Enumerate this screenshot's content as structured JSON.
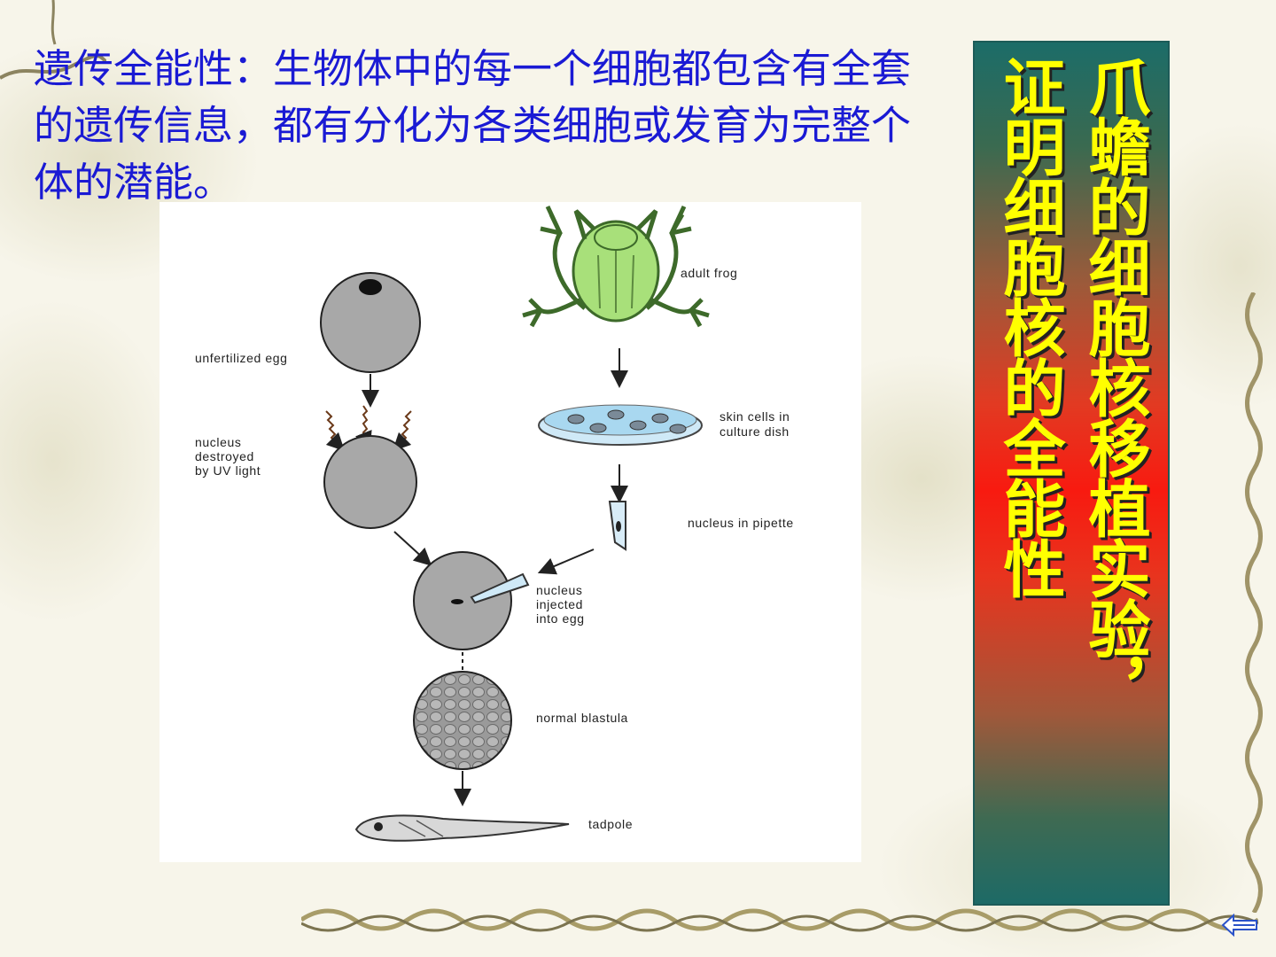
{
  "slide": {
    "heading": "遗传全能性：生物体中的每一个细胞都包含有全套的遗传信息，都有分化为各类细胞或发育为完整个体的潜能。",
    "banner_lines": [
      "爪蟾的细胞核移植实验，",
      "证明细胞核的全能性"
    ],
    "nav_icon": "back-arrow-icon"
  },
  "diagram": {
    "labels": {
      "adult_frog": "adult frog",
      "unfertilized_egg": "unfertilized egg",
      "skin_cells_1": "skin cells in",
      "skin_cells_2": "culture dish",
      "nucleus_destroyed_1": "nucleus",
      "nucleus_destroyed_2": "destroyed",
      "nucleus_destroyed_3": "by UV light",
      "nucleus_pipette": "nucleus in pipette",
      "injected_1": "nucleus",
      "injected_2": "injected",
      "injected_3": "into egg",
      "blastula": "normal blastula",
      "tadpole": "tadpole"
    }
  },
  "colors": {
    "heading": "#1a1ad4",
    "banner_red": "#f81a10",
    "banner_teal": "#1c6c68",
    "banner_text": "#ffff00",
    "frog": "#a8e07a",
    "dish": "#a9d8f0"
  }
}
